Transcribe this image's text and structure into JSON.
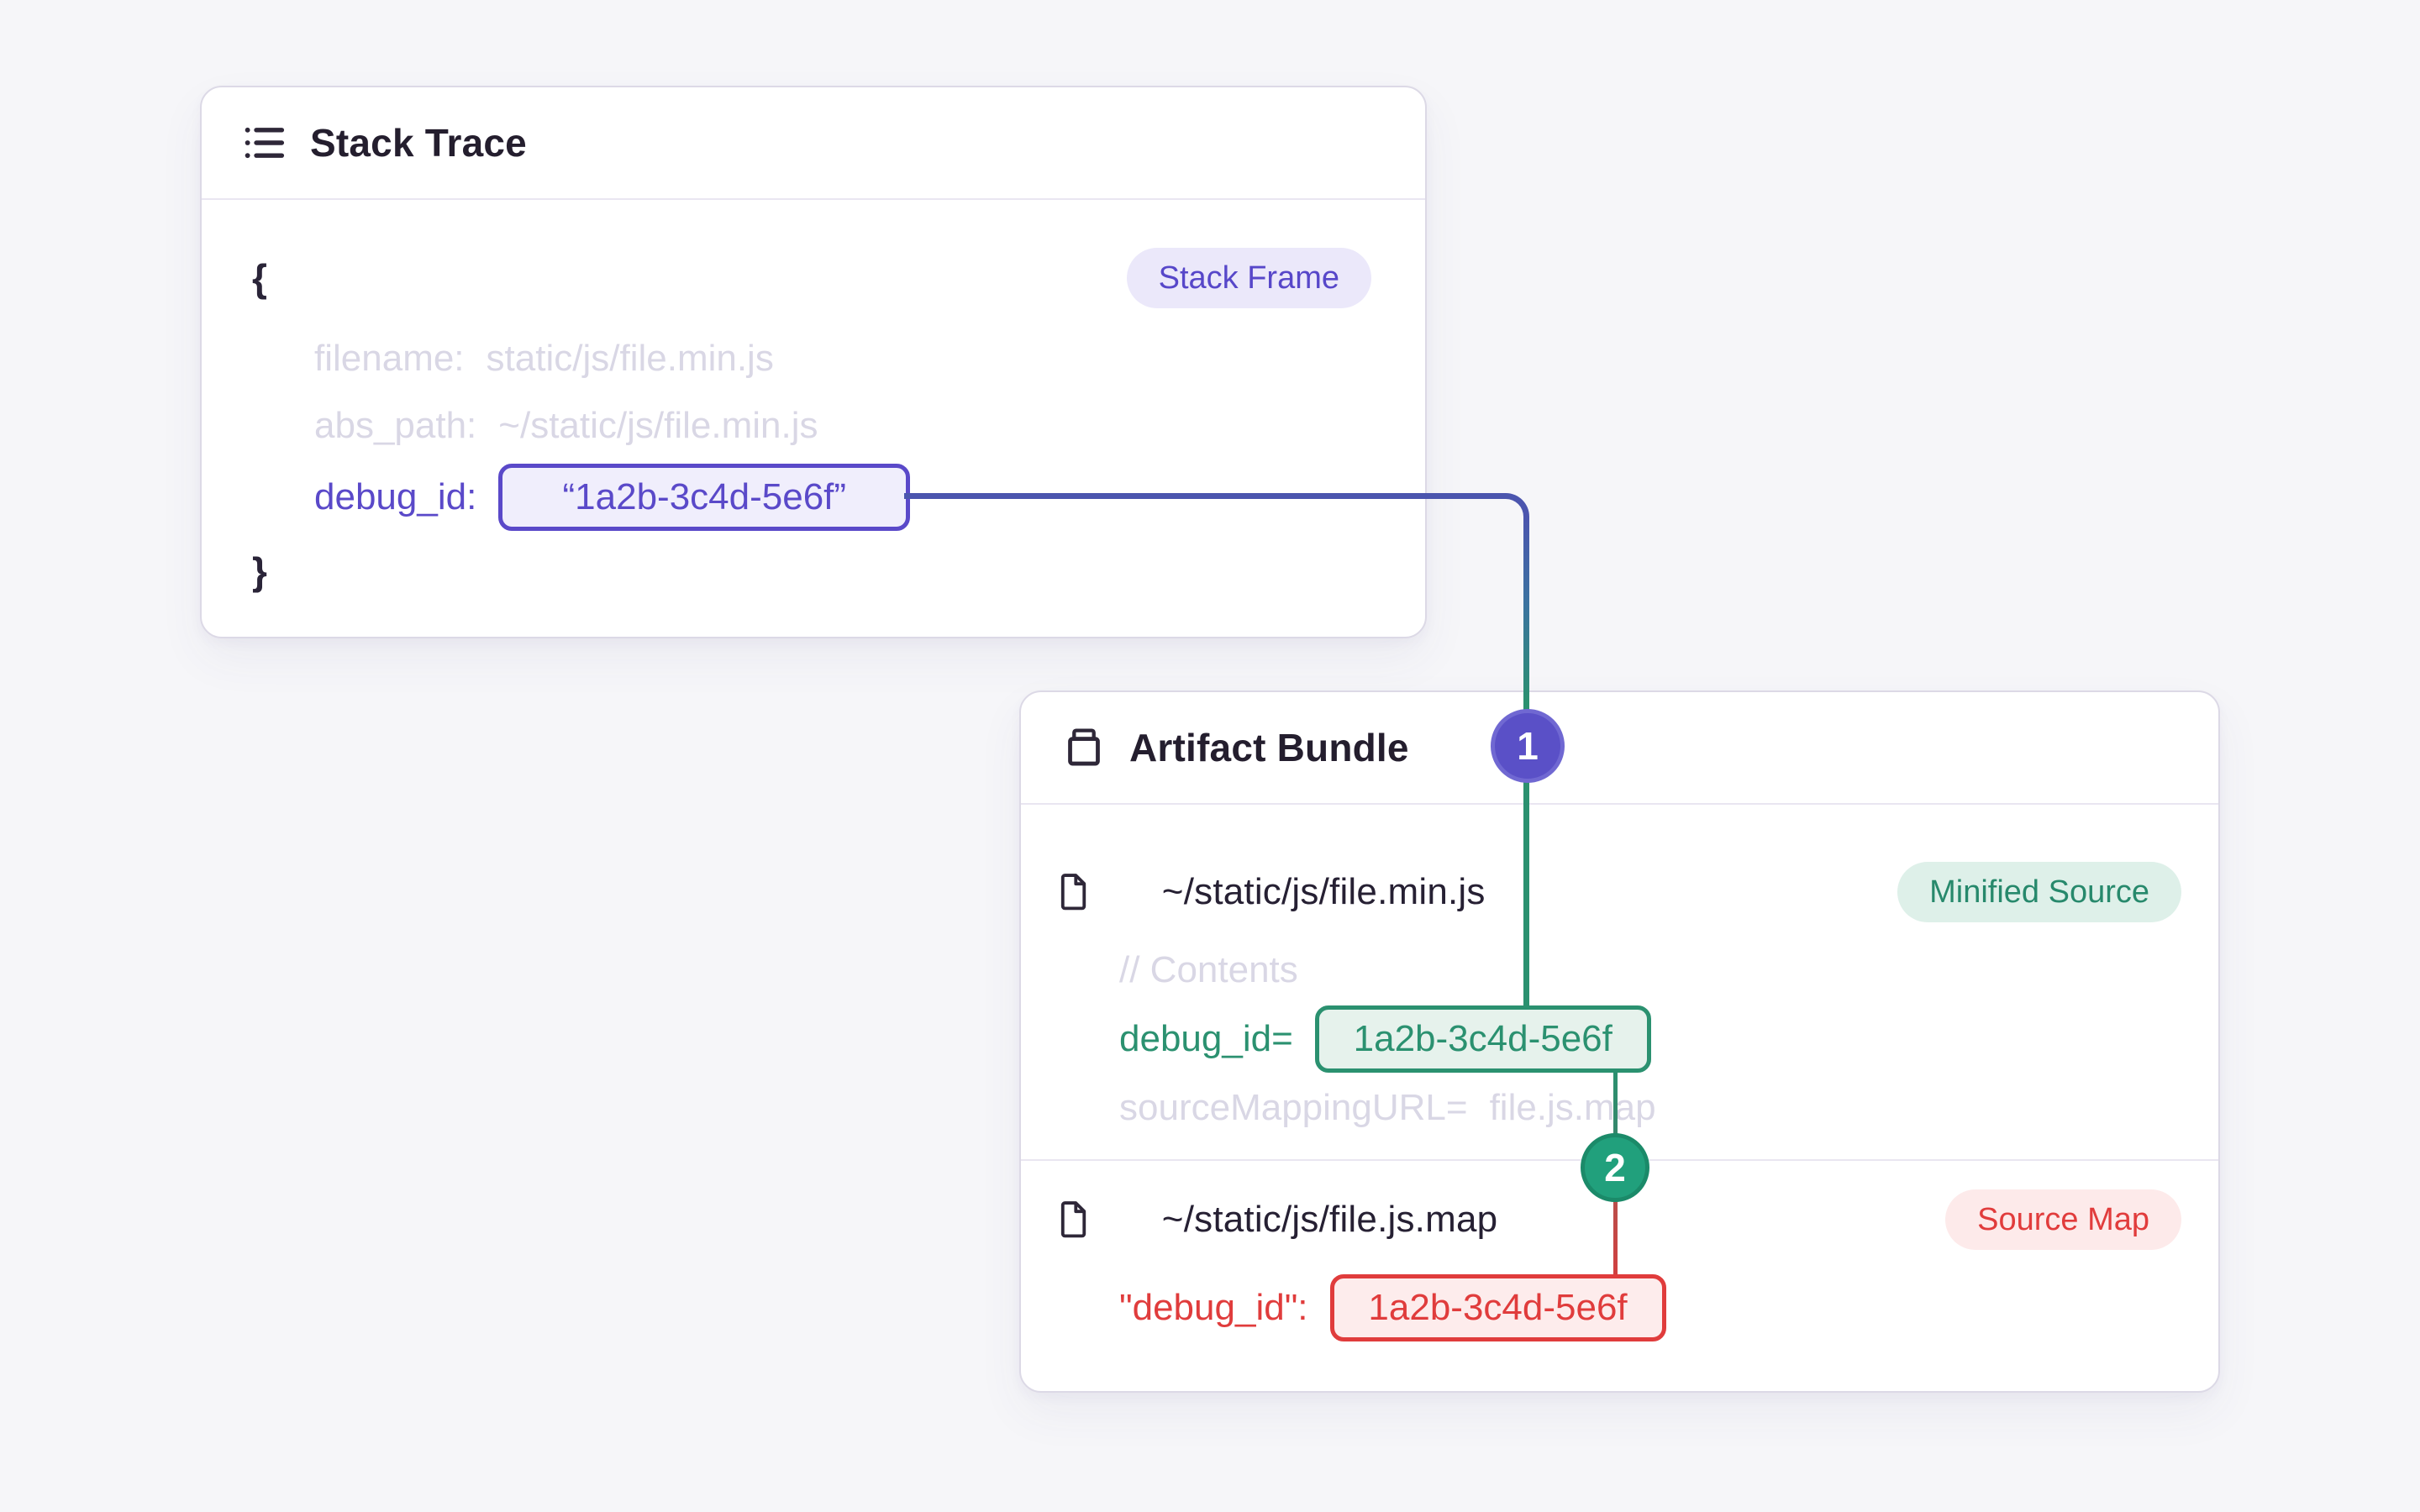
{
  "page": {
    "background": "#f6f6f9"
  },
  "palette": {
    "purple_accent": "#5a49c9",
    "indigo_line": "#4b55ae",
    "green_accent": "#2b9170",
    "red_accent": "#e03c3c",
    "muted_text": "#d9d7e5",
    "dark_text": "#241e2e",
    "card_border": "#dcd9e6"
  },
  "stack_trace": {
    "title": "Stack Trace",
    "icon": "list-icon",
    "frame_badge": "Stack Frame",
    "brace_open": "{",
    "brace_close": "}",
    "fields": {
      "filename": {
        "label": "filename:",
        "value": "static/js/file.min.js"
      },
      "abs_path": {
        "label": "abs_path:",
        "value": "~/static/js/file.min.js"
      },
      "debug_id": {
        "label": "debug_id:",
        "value": "“1a2b-3c4d-5e6f”"
      }
    }
  },
  "artifact_bundle": {
    "title": "Artifact Bundle",
    "icon": "archive-icon",
    "minified_source": {
      "file_icon": "file-icon",
      "file_name": "~/static/js/file.min.js",
      "badge": "Minified Source",
      "contents_comment": "// Contents",
      "debug_id": {
        "label": "debug_id=",
        "value": "1a2b-3c4d-5e6f"
      },
      "source_mapping": {
        "label": "sourceMappingURL=",
        "value": "file.js.map"
      }
    },
    "source_map": {
      "file_icon": "file-icon",
      "file_name": "~/static/js/file.js.map",
      "badge": "Source Map",
      "debug_id": {
        "label": "\"debug_id\":",
        "value": "1a2b-3c4d-5e6f"
      }
    }
  },
  "connectors": {
    "step_1_label": "1",
    "step_2_label": "2"
  }
}
